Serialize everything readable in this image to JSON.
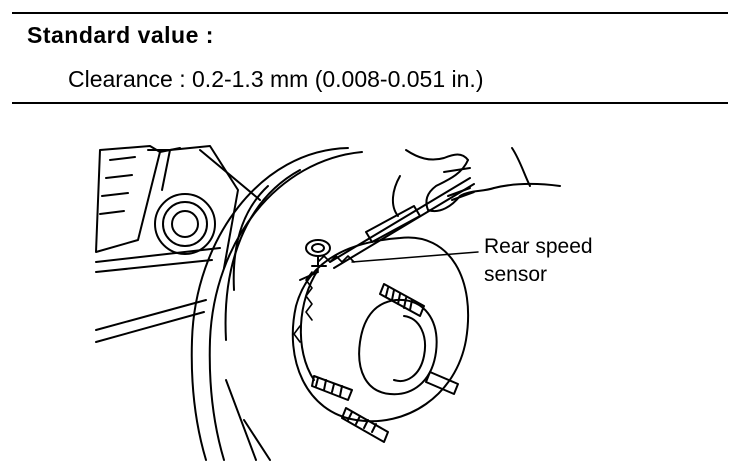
{
  "spec": {
    "heading": "Standard value :",
    "value": "Clearance : 0.2-1.3 mm (0.008-0.051 in.)"
  },
  "figure": {
    "callout_line1": "Rear speed",
    "callout_line2": "sensor"
  }
}
